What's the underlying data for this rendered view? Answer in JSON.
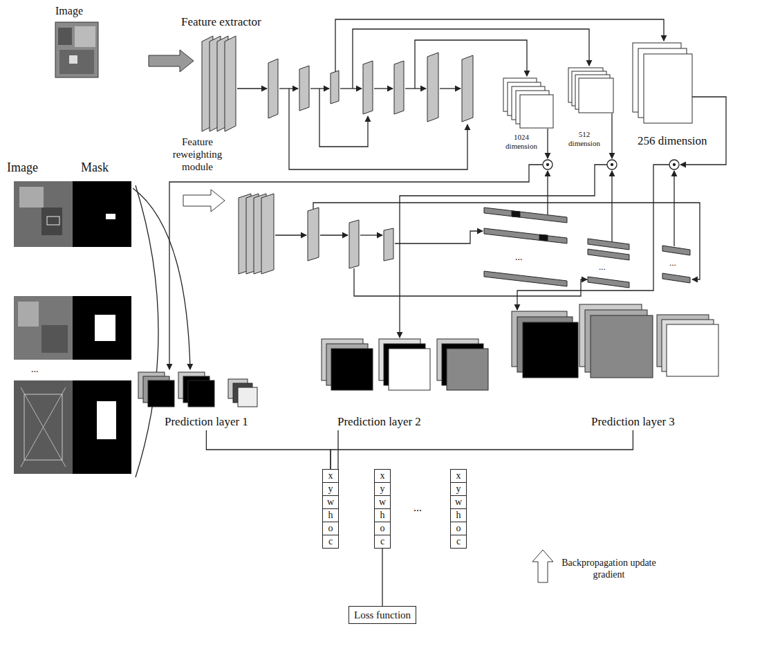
{
  "diagram": {
    "nodes": [
      {
        "text": [
          "Prediction layer 1"
        ]
      },
      {
        "text": [
          "Prediction layer 2"
        ]
      },
      {
        "text": [
          "Prediction layer 3"
        ]
      },
      {
        "text": [
          "x",
          "y",
          "w",
          "h",
          "o",
          "c"
        ]
      },
      {
        "text": [
          "x",
          "y",
          "w",
          "h",
          "o",
          "c"
        ]
      },
      {
        "text": [
          "x",
          "y",
          "w",
          "h",
          "o",
          "c"
        ]
      },
      {
        "text": [
          "Loss function"
        ]
      }
    ],
    "edges": [
      {
        "from": 0,
        "to": 3,
        "arrow": "none"
      },
      {
        "from": 1,
        "to": 3,
        "arrow": "none"
      },
      {
        "from": 2,
        "to": 3,
        "arrow": "none"
      },
      {
        "from": 4,
        "to": 6,
        "arrow": "none"
      }
    ],
    "labels": [
      "Image",
      "Feature extractor",
      "1024 dimension",
      "512 dimension",
      "256 dimension",
      "Feature reweighting module",
      "Image",
      "Mask",
      "...",
      "...",
      "...",
      "...",
      "...",
      "Backpropagation update gradient"
    ]
  }
}
